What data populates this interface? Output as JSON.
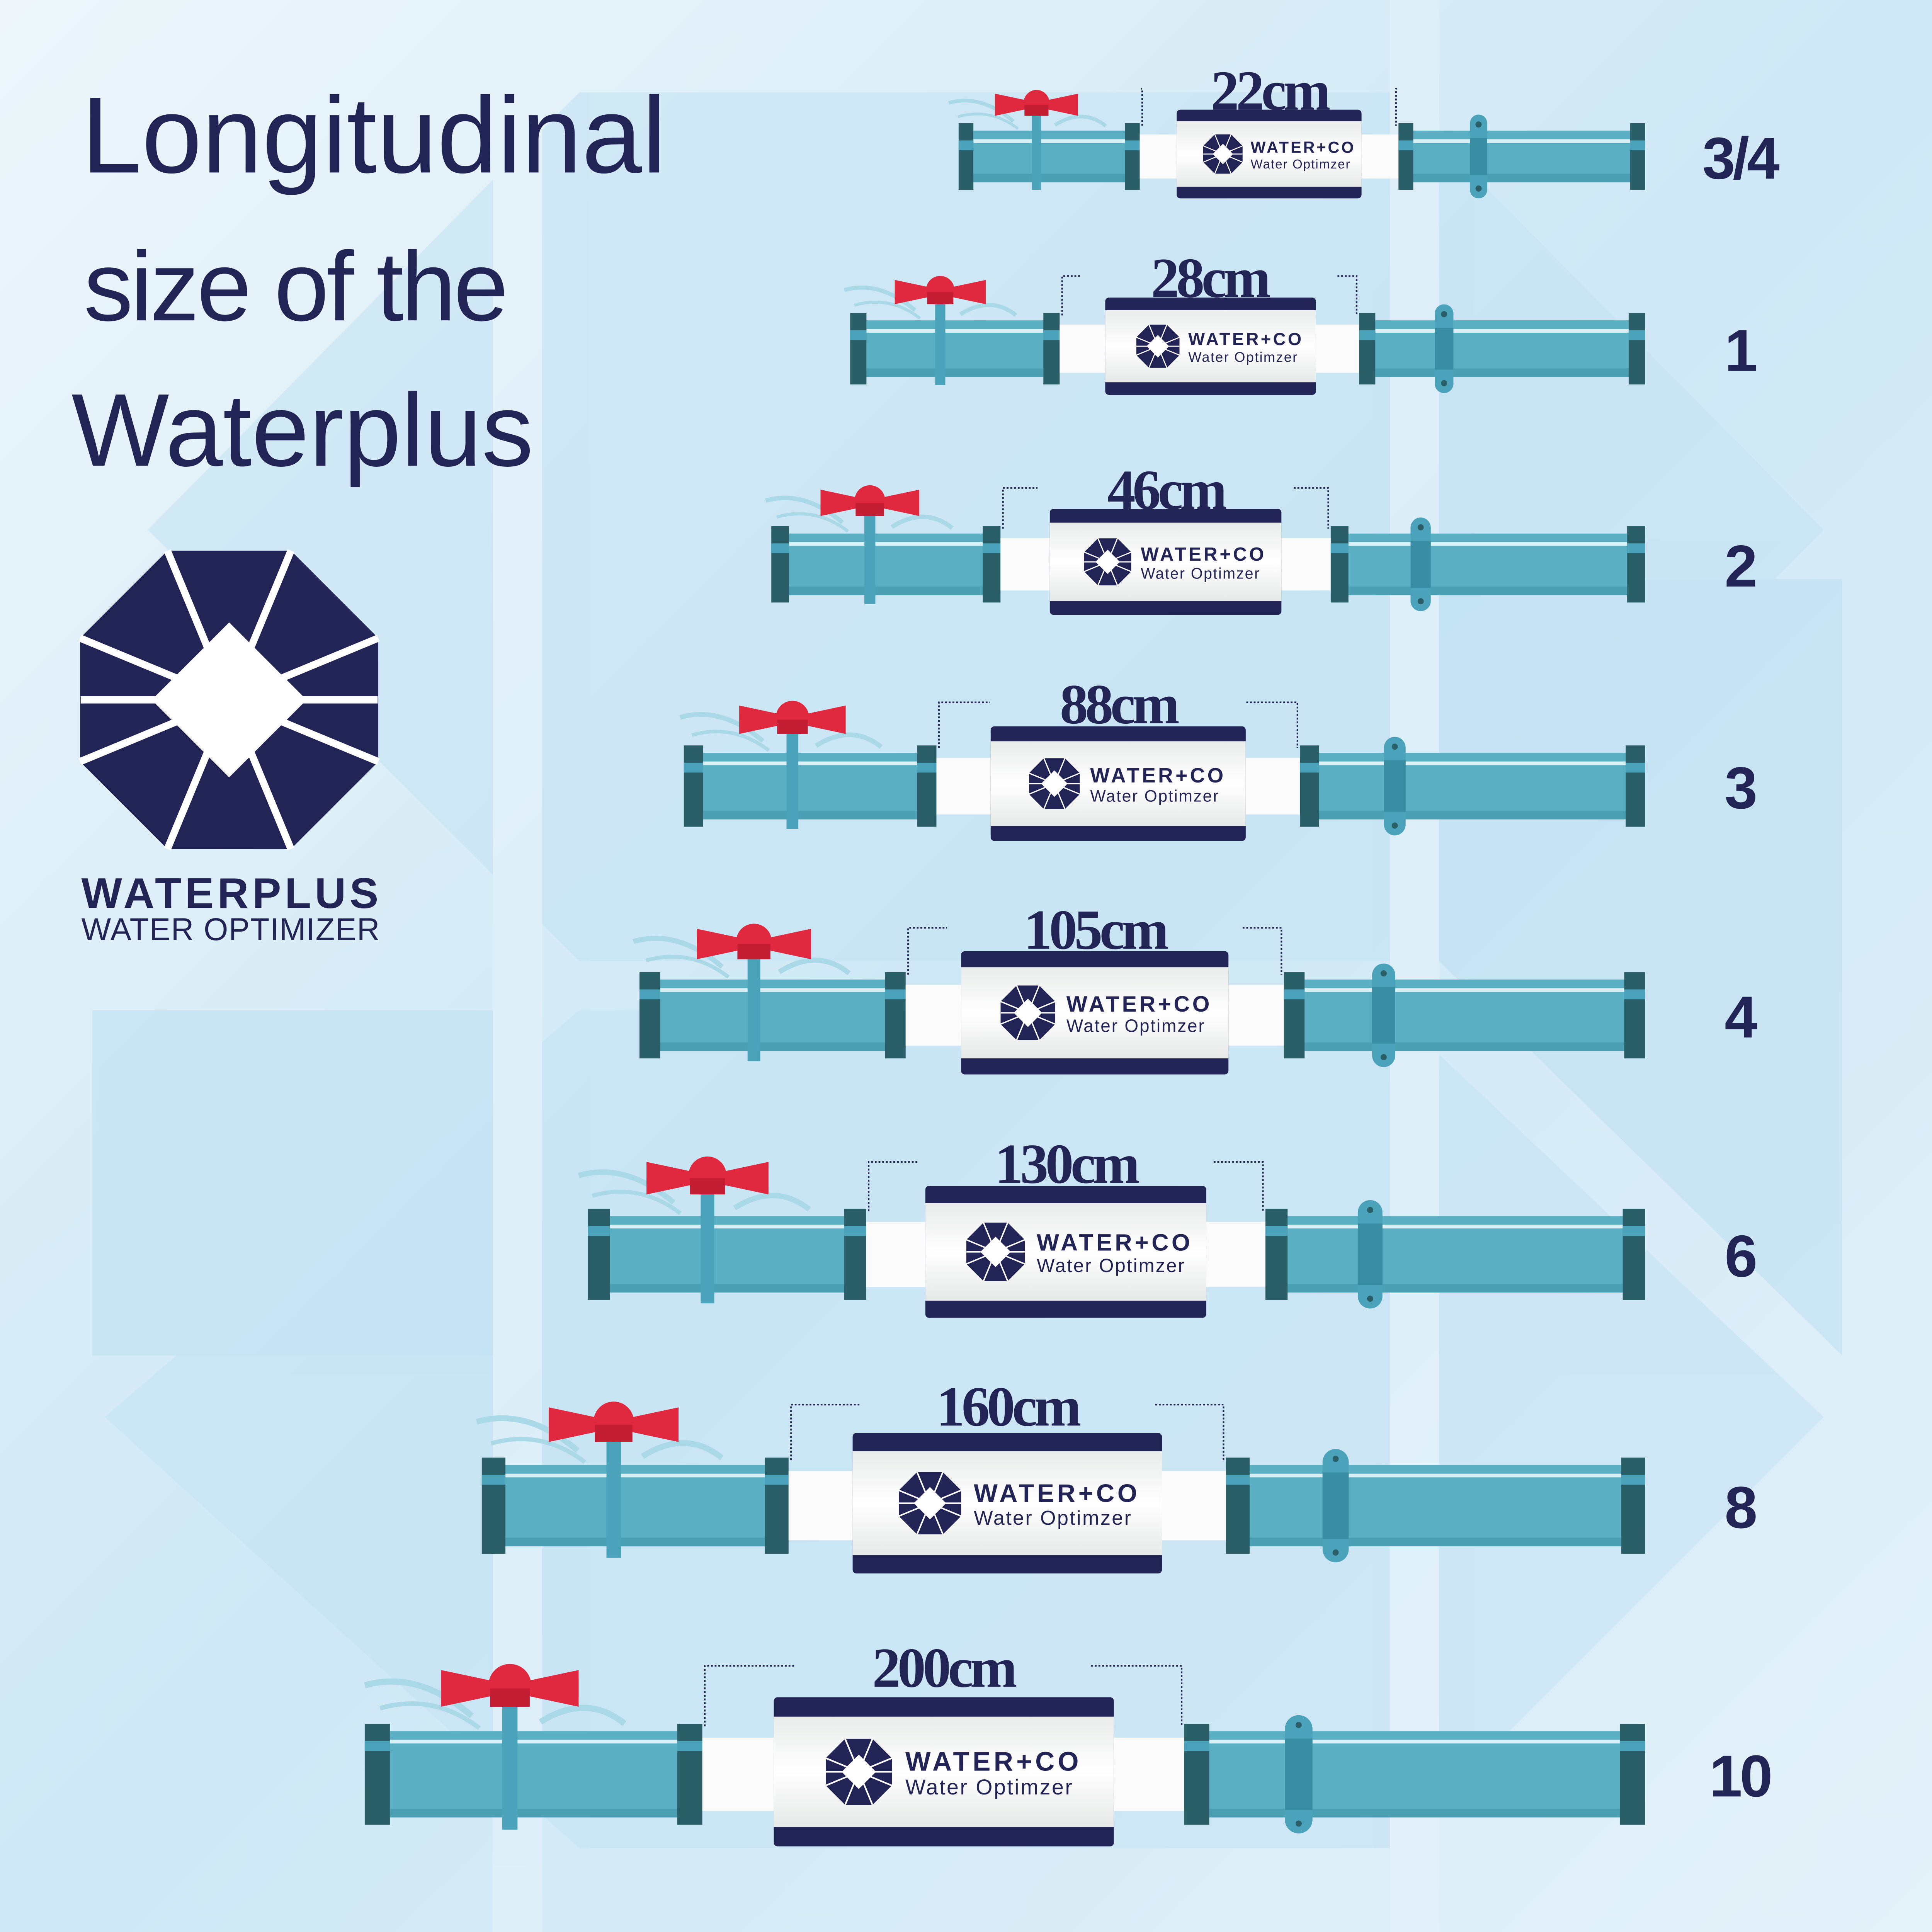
{
  "title": {
    "line1": "Longitudinal",
    "line2": "size of the",
    "line3": "Waterplus"
  },
  "logo": {
    "name": "WATERPLUS",
    "tagline": "WATER OPTIMIZER"
  },
  "device": {
    "brand": "WATER+CO",
    "subtitle": "Water Optimzer"
  },
  "rows": [
    {
      "length": "22cm",
      "pipe_size": "3/4"
    },
    {
      "length": "28cm",
      "pipe_size": "1"
    },
    {
      "length": "46cm",
      "pipe_size": "2"
    },
    {
      "length": "88cm",
      "pipe_size": "3"
    },
    {
      "length": "105cm",
      "pipe_size": "4"
    },
    {
      "length": "130cm",
      "pipe_size": "6"
    },
    {
      "length": "160cm",
      "pipe_size": "8"
    },
    {
      "length": "200cm",
      "pipe_size": "10"
    }
  ],
  "colors": {
    "navy": "#222455",
    "pipe": "#5ab0c2",
    "pipe_dark": "#2a5f68",
    "valve": "#e0283f",
    "background": "#d6ebf6"
  }
}
